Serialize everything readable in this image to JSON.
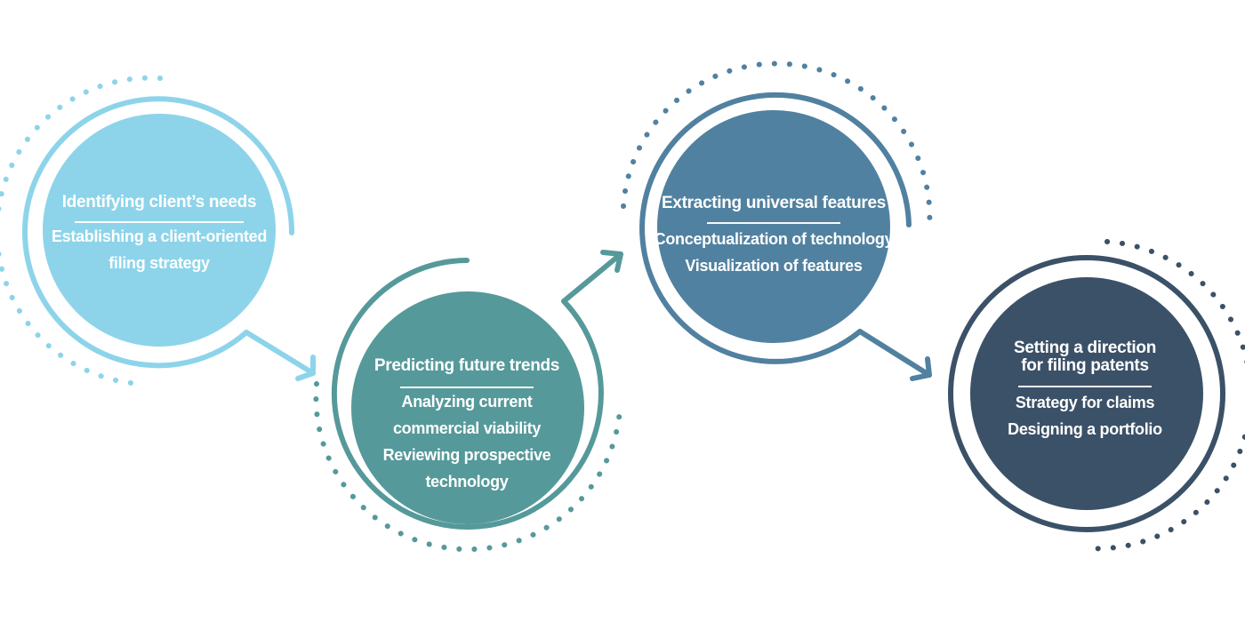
{
  "colors": {
    "stage1": "#8dd4ea",
    "stage2": "#56999a",
    "stage3": "#5181a0",
    "stage4": "#3b5168"
  },
  "stages": [
    {
      "title": "Identifying  client’s  needs",
      "lines": [
        "Establishing a client-oriented",
        "filing strategy"
      ]
    },
    {
      "title": "Predicting future trends",
      "lines": [
        "Analyzing current",
        "commercial viability",
        "Reviewing prospective",
        "technology"
      ]
    },
    {
      "title": "Extracting universal features",
      "lines": [
        "Conceptualization of technology",
        "Visualization of features"
      ]
    },
    {
      "title_lines": [
        "Setting a direction",
        "for filing patents"
      ],
      "lines": [
        "Strategy for claims",
        "Designing a portfolio"
      ]
    }
  ]
}
